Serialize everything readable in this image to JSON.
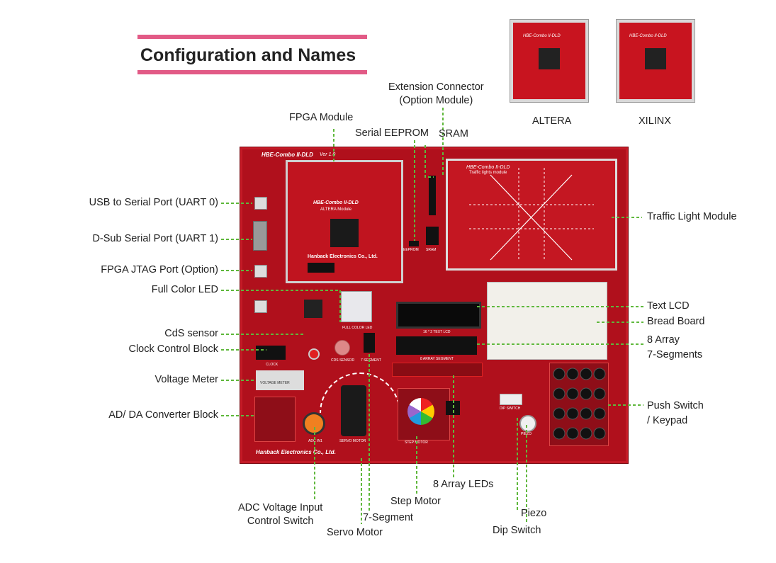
{
  "header": {
    "title": "Configuration and Names"
  },
  "thumbnails": [
    {
      "label": "ALTERA"
    },
    {
      "label": "XILINX"
    }
  ],
  "board": {
    "title": "HBE-Combo II-DLD",
    "version": "Ver 1.0",
    "maker": "Hanback Electronics Co., Ltd.",
    "fpga_title": "HBE-Combo II-DLD",
    "fpga_sub": "ALTERA Module",
    "fpga_maker": "Hanback Electronics Co., Ltd.",
    "traffic_title": "HBE-Combo II-DLD",
    "traffic_sub": "Traffic lights module",
    "eeprom": "EEPROM",
    "sram": "SRAM",
    "full_color_led": "FULL COLOR LED",
    "cds": "CDS SENSOR",
    "clock": "CLOCK",
    "seg7": "7 SEGMENT",
    "voltage": "VOLTAGE METER",
    "servo": "SERVO MOTOR",
    "step": "STEP MOTOR",
    "dip": "DIP SWITCH",
    "piezo": "PIEZO",
    "lcd": "16 * 2 TEXT LCD",
    "seg8": "8 ARRAY SEGMENT",
    "adc": "ADC IN1"
  },
  "labels": {
    "fpga_module": "FPGA Module",
    "extension_connector_1": "Extension Connector",
    "extension_connector_2": "(Option Module)",
    "serial_eeprom": "Serial EEPROM",
    "sram": "SRAM",
    "usb_serial": "USB to Serial Port (UART 0)",
    "dsub_serial": "D-Sub Serial Port (UART 1)",
    "fpga_jtag": "FPGA JTAG Port (Option)",
    "full_color_led": "Full Color LED",
    "cds_sensor": "CdS sensor",
    "clock_control": "Clock Control Block",
    "voltage_meter": "Voltage Meter",
    "ad_da": "AD/ DA Converter Block",
    "traffic_light": "Traffic Light Module",
    "text_lcd": "Text LCD",
    "bread_board": "Bread Board",
    "array_7seg_1": "8 Array",
    "array_7seg_2": "7-Segments",
    "push_switch_1": "Push Switch",
    "push_switch_2": "/ Keypad",
    "adc_1": "ADC Voltage Input",
    "adc_2": "Control Switch",
    "servo_motor": "Servo Motor",
    "seven_segment": "7-Segment",
    "step_motor": "Step Motor",
    "array_leds": "8 Array LEDs",
    "piezo": "Piezo",
    "dip_switch": "Dip Switch"
  },
  "colors": {
    "accent": "#e25a86",
    "leader": "#5fb83c",
    "board": "#b0101c"
  }
}
